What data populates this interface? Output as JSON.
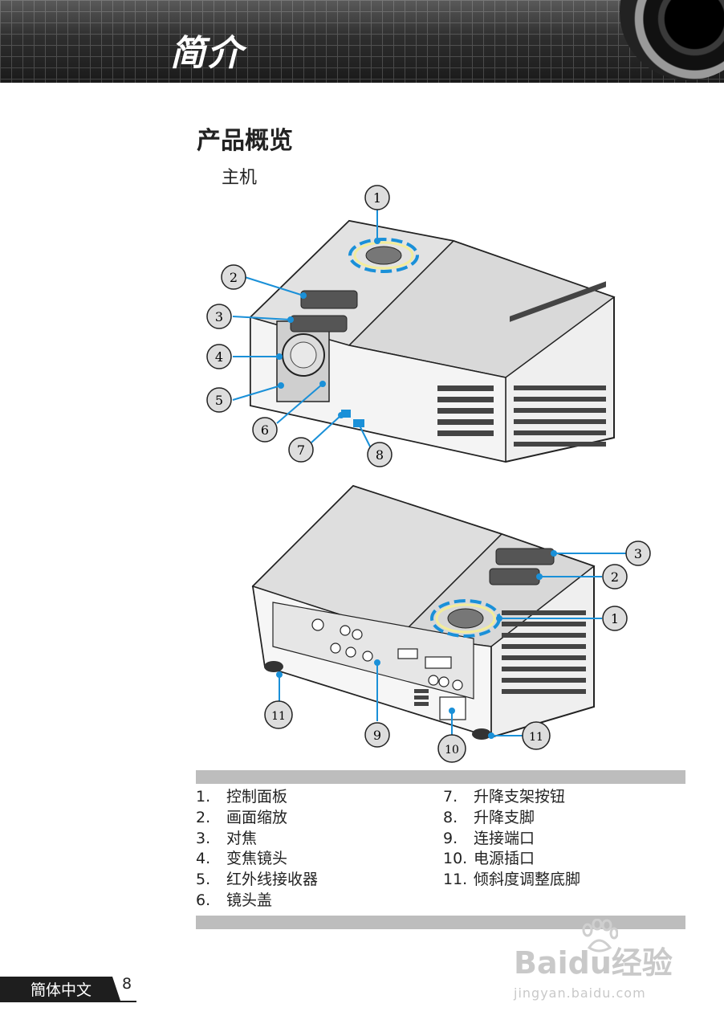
{
  "header": {
    "title": "简介"
  },
  "section": {
    "title": "产品概览",
    "subtitle": "主机"
  },
  "callouts_top": [
    "1",
    "2",
    "3",
    "4",
    "5",
    "6",
    "7",
    "8"
  ],
  "callouts_rear": [
    "3",
    "2",
    "1",
    "11",
    "9",
    "10",
    "11"
  ],
  "parts_left": [
    {
      "num": "1.",
      "label": "控制面板"
    },
    {
      "num": "2.",
      "label": "画面缩放"
    },
    {
      "num": "3.",
      "label": "对焦"
    },
    {
      "num": "4.",
      "label": "变焦镜头"
    },
    {
      "num": "5.",
      "label": "红外线接收器"
    },
    {
      "num": "6.",
      "label": "镜头盖"
    }
  ],
  "parts_right": [
    {
      "num": "7.",
      "label": "升降支架按钮"
    },
    {
      "num": "8.",
      "label": "升降支脚"
    },
    {
      "num": "9.",
      "label": "连接端口"
    },
    {
      "num": "10.",
      "label": "电源插口"
    },
    {
      "num": "11.",
      "label": "倾斜度调整底脚"
    }
  ],
  "footer": {
    "language": "簡体中文",
    "page": "8"
  },
  "watermark": {
    "logo": "Baidu经验",
    "url": "jingyan.baidu.com"
  },
  "colors": {
    "header_bg": "#2e2e2e",
    "bar": "#bdbdbd",
    "callout_accent": "#1a90d8"
  }
}
